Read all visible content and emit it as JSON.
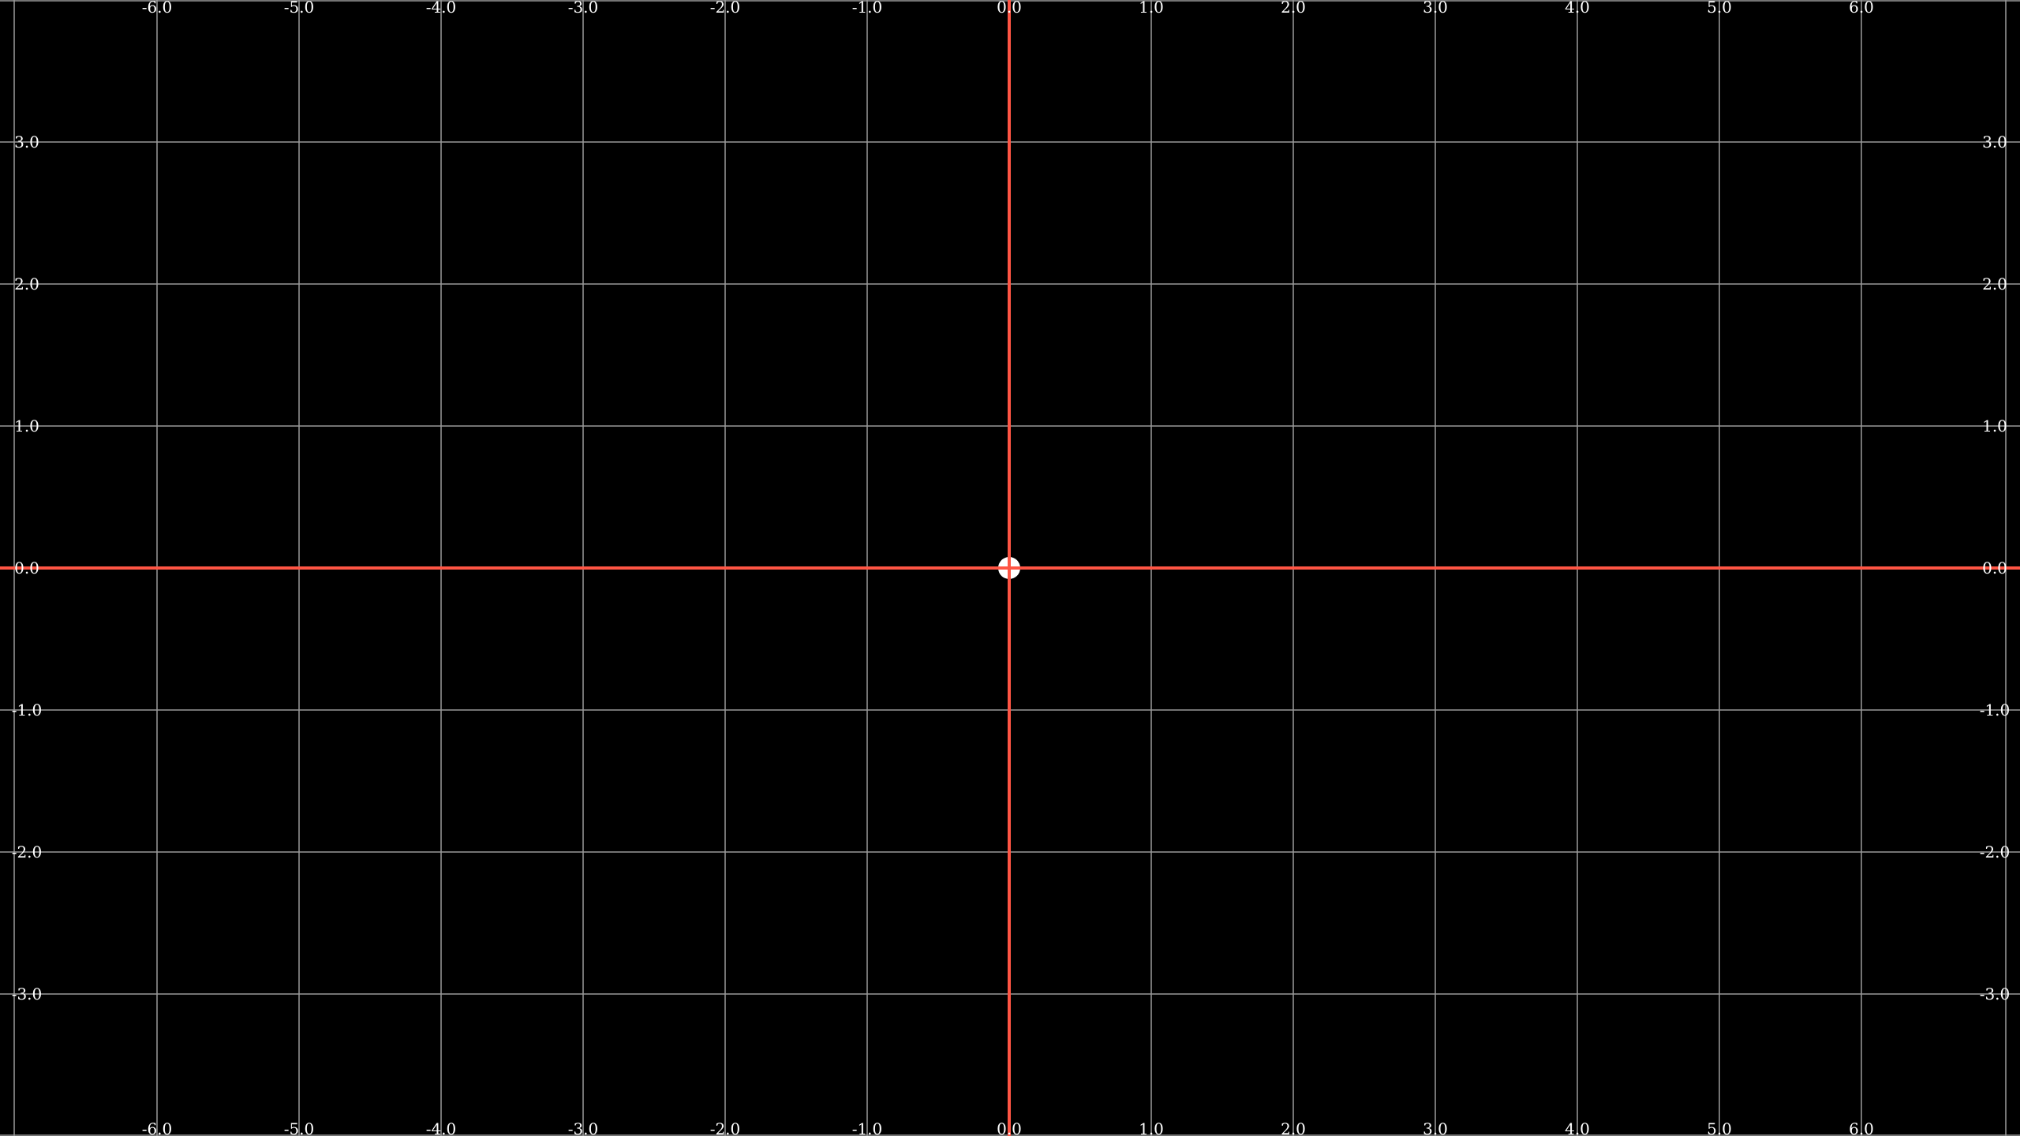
{
  "colors": {
    "background": "#000000",
    "grid": "#9a9a9a",
    "axis": "#ff5544",
    "label": "#ffffff",
    "origin_marker": "#ffffff"
  },
  "chart_data": {
    "type": "coordinate-grid",
    "x_ticks": [
      "-6.0",
      "-5.0",
      "-4.0",
      "-3.0",
      "-2.0",
      "-1.0",
      "0.0",
      "1.0",
      "2.0",
      "3.0",
      "4.0",
      "5.0",
      "6.0"
    ],
    "y_ticks": [
      "3.0",
      "2.0",
      "1.0",
      "0.0",
      "-1.0",
      "-2.0",
      "-3.0"
    ],
    "x_values": [
      -6,
      -5,
      -4,
      -3,
      -2,
      -1,
      0,
      1,
      2,
      3,
      4,
      5,
      6
    ],
    "y_values": [
      3,
      2,
      1,
      0,
      -1,
      -2,
      -3
    ],
    "xlim": [
      -7.0,
      7.0
    ],
    "ylim": [
      -4.0,
      4.0
    ],
    "grid": true,
    "origin_point": {
      "x": 0,
      "y": 0
    }
  }
}
